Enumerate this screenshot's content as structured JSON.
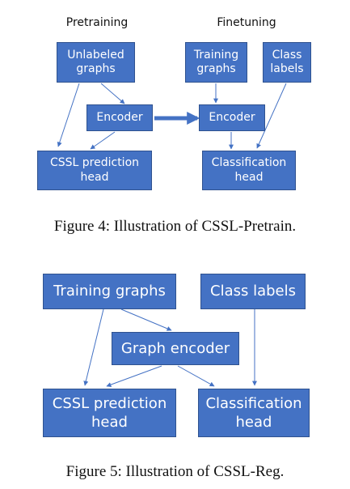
{
  "figure4": {
    "headers": {
      "pretraining": "Pretraining",
      "finetuning": "Finetuning"
    },
    "nodes": {
      "unlabeled_graphs": "Unlabeled\ngraphs",
      "encoder_pre": "Encoder",
      "cssl_head": "CSSL prediction\nhead",
      "training_graphs": "Training\ngraphs",
      "class_labels": "Class\nlabels",
      "encoder_fine": "Encoder",
      "classification_head": "Classification\nhead"
    },
    "caption": "Figure 4: Illustration of CSSL-Pretrain."
  },
  "figure5": {
    "nodes": {
      "training_graphs": "Training graphs",
      "class_labels": "Class labels",
      "graph_encoder": "Graph encoder",
      "cssl_head": "CSSL prediction\nhead",
      "classification_head": "Classification\nhead"
    },
    "caption": "Figure 5: Illustration of CSSL-Reg."
  },
  "colors": {
    "node_fill": "#4472c4",
    "node_border": "#2f528f",
    "arrow": "#4472c4"
  }
}
